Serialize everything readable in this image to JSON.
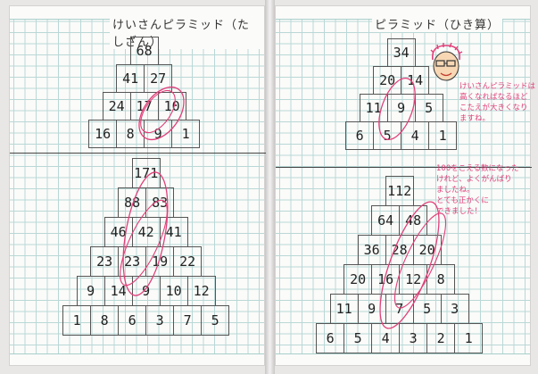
{
  "left_page": {
    "title": "けいさんピラミッド（たしざん）",
    "pyramid_top": {
      "rows": [
        [
          "68"
        ],
        [
          "41",
          "27"
        ],
        [
          "24",
          "17",
          "10"
        ],
        [
          "16",
          "8",
          "9",
          "1"
        ]
      ]
    },
    "pyramid_bottom": {
      "rows": [
        [
          "171"
        ],
        [
          "88",
          "83"
        ],
        [
          "46",
          "42",
          "41"
        ],
        [
          "23",
          "23",
          "19",
          "22"
        ],
        [
          "9",
          "14",
          "9",
          "10",
          "12"
        ],
        [
          "1",
          "8",
          "6",
          "3",
          "7",
          "5"
        ]
      ]
    }
  },
  "right_page": {
    "title": "ピラミッド（ひき算）",
    "pyramid_top": {
      "rows": [
        [
          "34"
        ],
        [
          "20",
          "14"
        ],
        [
          "11",
          "9",
          "5"
        ],
        [
          "6",
          "5",
          "4",
          "1"
        ]
      ]
    },
    "pyramid_bottom": {
      "rows": [
        [
          "112"
        ],
        [
          "64",
          "48"
        ],
        [
          "36",
          "28",
          "20"
        ],
        [
          "20",
          "16",
          "12",
          "8"
        ],
        [
          "11",
          "9",
          "7",
          "5",
          "3"
        ],
        [
          "6",
          "5",
          "4",
          "3",
          "2",
          "1"
        ]
      ]
    },
    "teacher_note_1": [
      "けいさんピラミッドは",
      "高くなればなるほど",
      "こたえが大きくなり",
      "ますね。"
    ],
    "teacher_note_2": [
      "100をこえる数になった",
      "けれど、よくがんばり",
      "ましたね。",
      "とても正かくに",
      "できました！"
    ]
  },
  "colors": {
    "ink": "#333333",
    "teacher_pen": "#e0407a",
    "grid": "#b9d8d6"
  }
}
